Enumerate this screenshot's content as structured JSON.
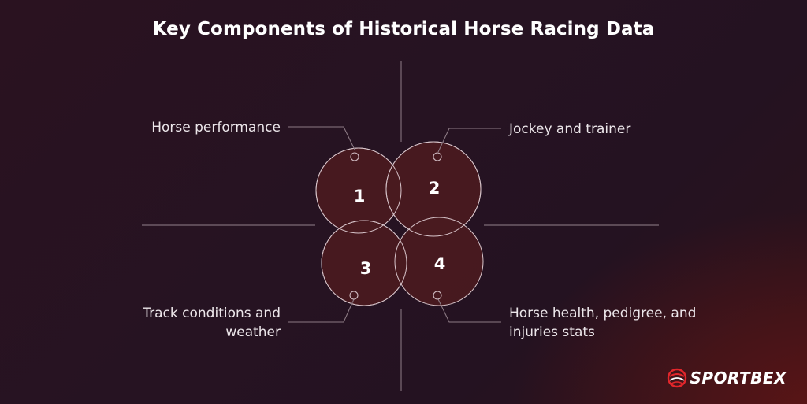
{
  "title": "Key Components of Historical Horse Racing Data",
  "components": [
    {
      "number": "1",
      "label": "Horse performance"
    },
    {
      "number": "2",
      "label": "Jockey and trainer"
    },
    {
      "number": "3",
      "label": "Track conditions and weather"
    },
    {
      "number": "4",
      "label": "Horse health, pedigree, and injuries stats"
    }
  ],
  "brand": {
    "name": "SPORTBEX",
    "icon": "sportbex-logo-icon"
  },
  "colors": {
    "circle_fill": "#4a1a1f",
    "circle_stroke": "#d9c7cc",
    "line": "#8c7a84",
    "brand_red": "#e3262b"
  }
}
